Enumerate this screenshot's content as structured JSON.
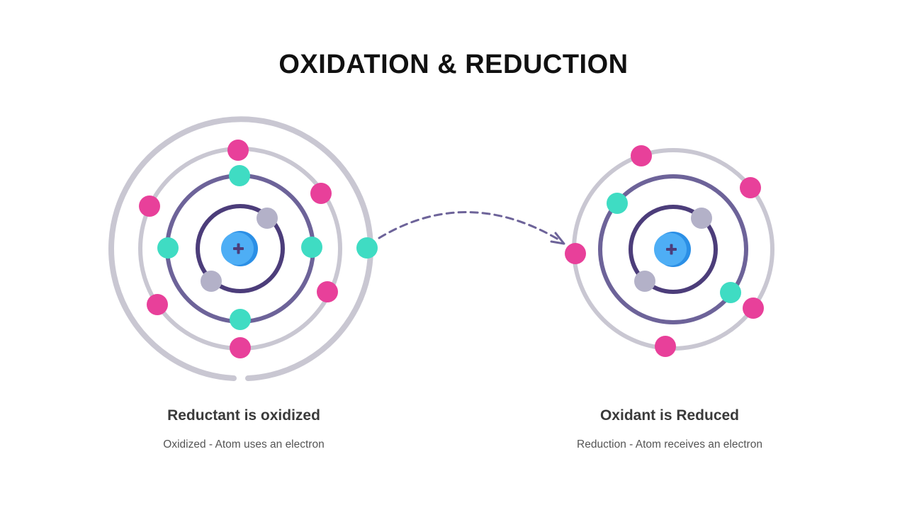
{
  "title": "OXIDATION & REDUCTION",
  "left": {
    "heading": "Reductant is oxidized",
    "description": "Oxidized - Atom uses an electron"
  },
  "right": {
    "heading": "Oxidant is Reduced",
    "description": "Reduction - Atom receives an electron"
  },
  "colors": {
    "outer_ring": "#c9c7d2",
    "middle_ring": "#6d6399",
    "inner_ring": "#4c3d7a",
    "nucleus": "#4eaef5",
    "nucleus_shade": "#2b8fe6",
    "plus": "#4c3d7a",
    "electron_pink": "#e8409a",
    "electron_teal": "#3fdcc3",
    "electron_gray": "#b3b1c8",
    "arrow": "#6d6399"
  },
  "icons": [
    "nucleus-plus-icon",
    "dashed-arrow-icon"
  ]
}
